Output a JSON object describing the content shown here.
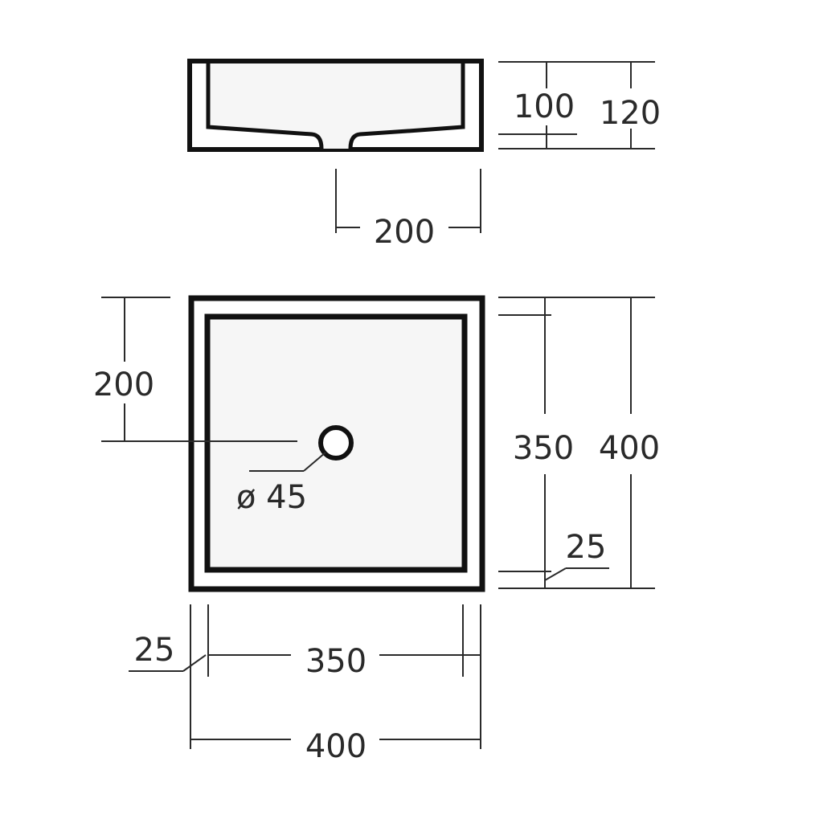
{
  "side_view": {
    "inner_depth": "100",
    "outer_height": "120",
    "drain_offset": "200"
  },
  "top_view": {
    "drain_offset": "200",
    "drain_diameter": "ø 45",
    "inner_depth": "350",
    "outer_depth": "400",
    "wall_right": "25",
    "wall_left": "25",
    "inner_width": "350",
    "outer_width": "400"
  },
  "colors": {
    "line": "#111111",
    "text": "#2a2a2a",
    "basin": "#f6f6f6"
  }
}
